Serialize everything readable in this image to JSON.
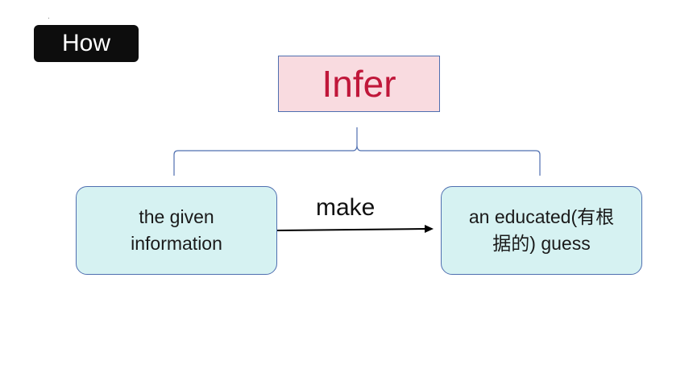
{
  "badge": {
    "label": "How"
  },
  "title": {
    "text": "Infer"
  },
  "nodes": {
    "left": {
      "line1": "the given",
      "line2": "information"
    },
    "right": {
      "line1": "an educated(有根",
      "line2": "据的) guess"
    }
  },
  "arrow": {
    "label": "make"
  },
  "colors": {
    "title_fill": "#f9dbe0",
    "title_text": "#c0173a",
    "node_fill": "#d6f2f2",
    "border": "#4f6fb0",
    "badge_fill": "#0d0d0d"
  }
}
